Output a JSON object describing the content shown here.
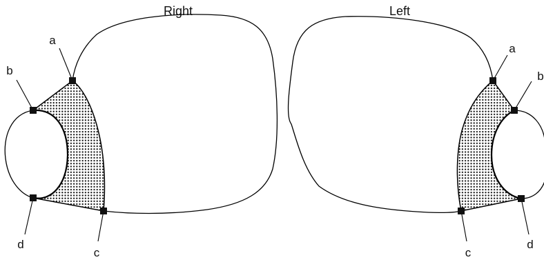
{
  "views": {
    "right": {
      "title": "Right",
      "points": {
        "a": "a",
        "b": "b",
        "c": "c",
        "d": "d"
      }
    },
    "left": {
      "title": "Left",
      "points": {
        "a": "a",
        "b": "b",
        "c": "c",
        "d": "d"
      }
    }
  },
  "colors": {
    "line": "#000000",
    "dot_fill": "#111111",
    "background": "#ffffff"
  }
}
